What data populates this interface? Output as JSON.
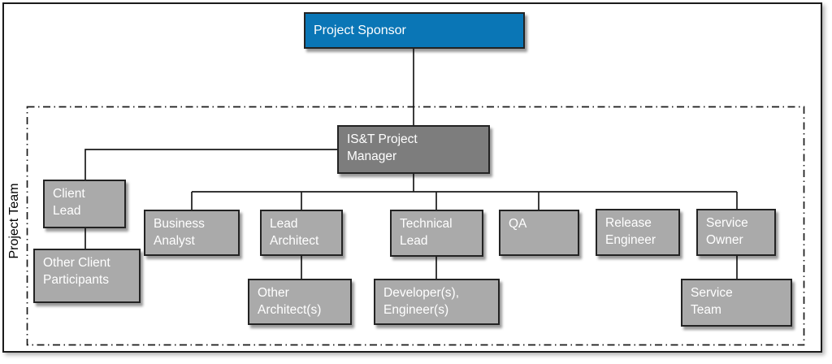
{
  "diagram": {
    "group_label": "Project Team",
    "colors": {
      "sponsor_fill": "#0A76B6",
      "manager_fill": "#7D7D7D",
      "member_fill": "#AAAAAA",
      "box_border": "#232323",
      "connector": "#1A1A1A",
      "box_text": "#FFFFFF",
      "group_label_text": "#000000"
    },
    "nodes": {
      "sponsor": {
        "label": "Project Sponsor"
      },
      "manager": {
        "label": "IS&T Project\nManager"
      },
      "client_lead": {
        "label": "Client\nLead"
      },
      "other_client_participants": {
        "label": "Other Client\nParticipants"
      },
      "business_analyst": {
        "label": "Business\nAnalyst"
      },
      "lead_architect": {
        "label": "Lead\nArchitect"
      },
      "other_architects": {
        "label": "Other\nArchitect(s)"
      },
      "technical_lead": {
        "label": "Technical\nLead"
      },
      "developers_engineers": {
        "label": "Developer(s),\nEngineer(s)"
      },
      "qa": {
        "label": "QA"
      },
      "release_engineer": {
        "label": "Release\nEngineer"
      },
      "service_owner": {
        "label": "Service\nOwner"
      },
      "service_team": {
        "label": "Service\nTeam"
      }
    }
  }
}
